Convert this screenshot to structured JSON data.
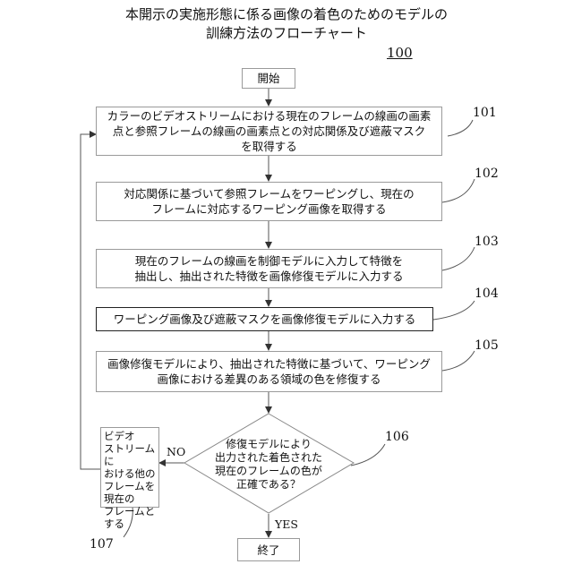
{
  "title": {
    "line1": "本開示の実施形態に係る画像の着色のためのモデルの",
    "line2": "訓練方法のフローチャート"
  },
  "figure_number": "100",
  "start": "開始",
  "end": "終了",
  "steps": [
    {
      "ref": "101",
      "lines": [
        "カラーのビデオストリームにおける現在のフレームの線画の画素",
        "点と参照フレームの線画の画素点との対応関係及び遮蔽マスク",
        "を取得する"
      ]
    },
    {
      "ref": "102",
      "lines": [
        "対応関係に基づいて参照フレームをワーピングし、現在の",
        "フレームに対応するワーピング画像を取得する"
      ]
    },
    {
      "ref": "103",
      "lines": [
        "現在のフレームの線画を制御モデルに入力して特徴を",
        "抽出し、抽出された特徴を画像修復モデルに入力する"
      ]
    },
    {
      "ref": "104",
      "lines": [
        "ワーピング画像及び遮蔽マスクを画像修復モデルに入力する"
      ]
    },
    {
      "ref": "105",
      "lines": [
        "画像修復モデルにより、抽出された特徴に基づいて、ワーピング",
        "画像における差異のある領域の色を修復する"
      ]
    }
  ],
  "decision": {
    "ref": "106",
    "lines": [
      "修復モデルにより",
      "出力された着色された",
      "現在のフレームの色が",
      "正確である？"
    ],
    "yes": "YES",
    "no": "NO"
  },
  "side_step": {
    "ref": "107",
    "lines": [
      "ビデオ",
      "ストリームに",
      "おける他の",
      "フレームを",
      "現在の",
      "フレームと",
      "する"
    ]
  }
}
